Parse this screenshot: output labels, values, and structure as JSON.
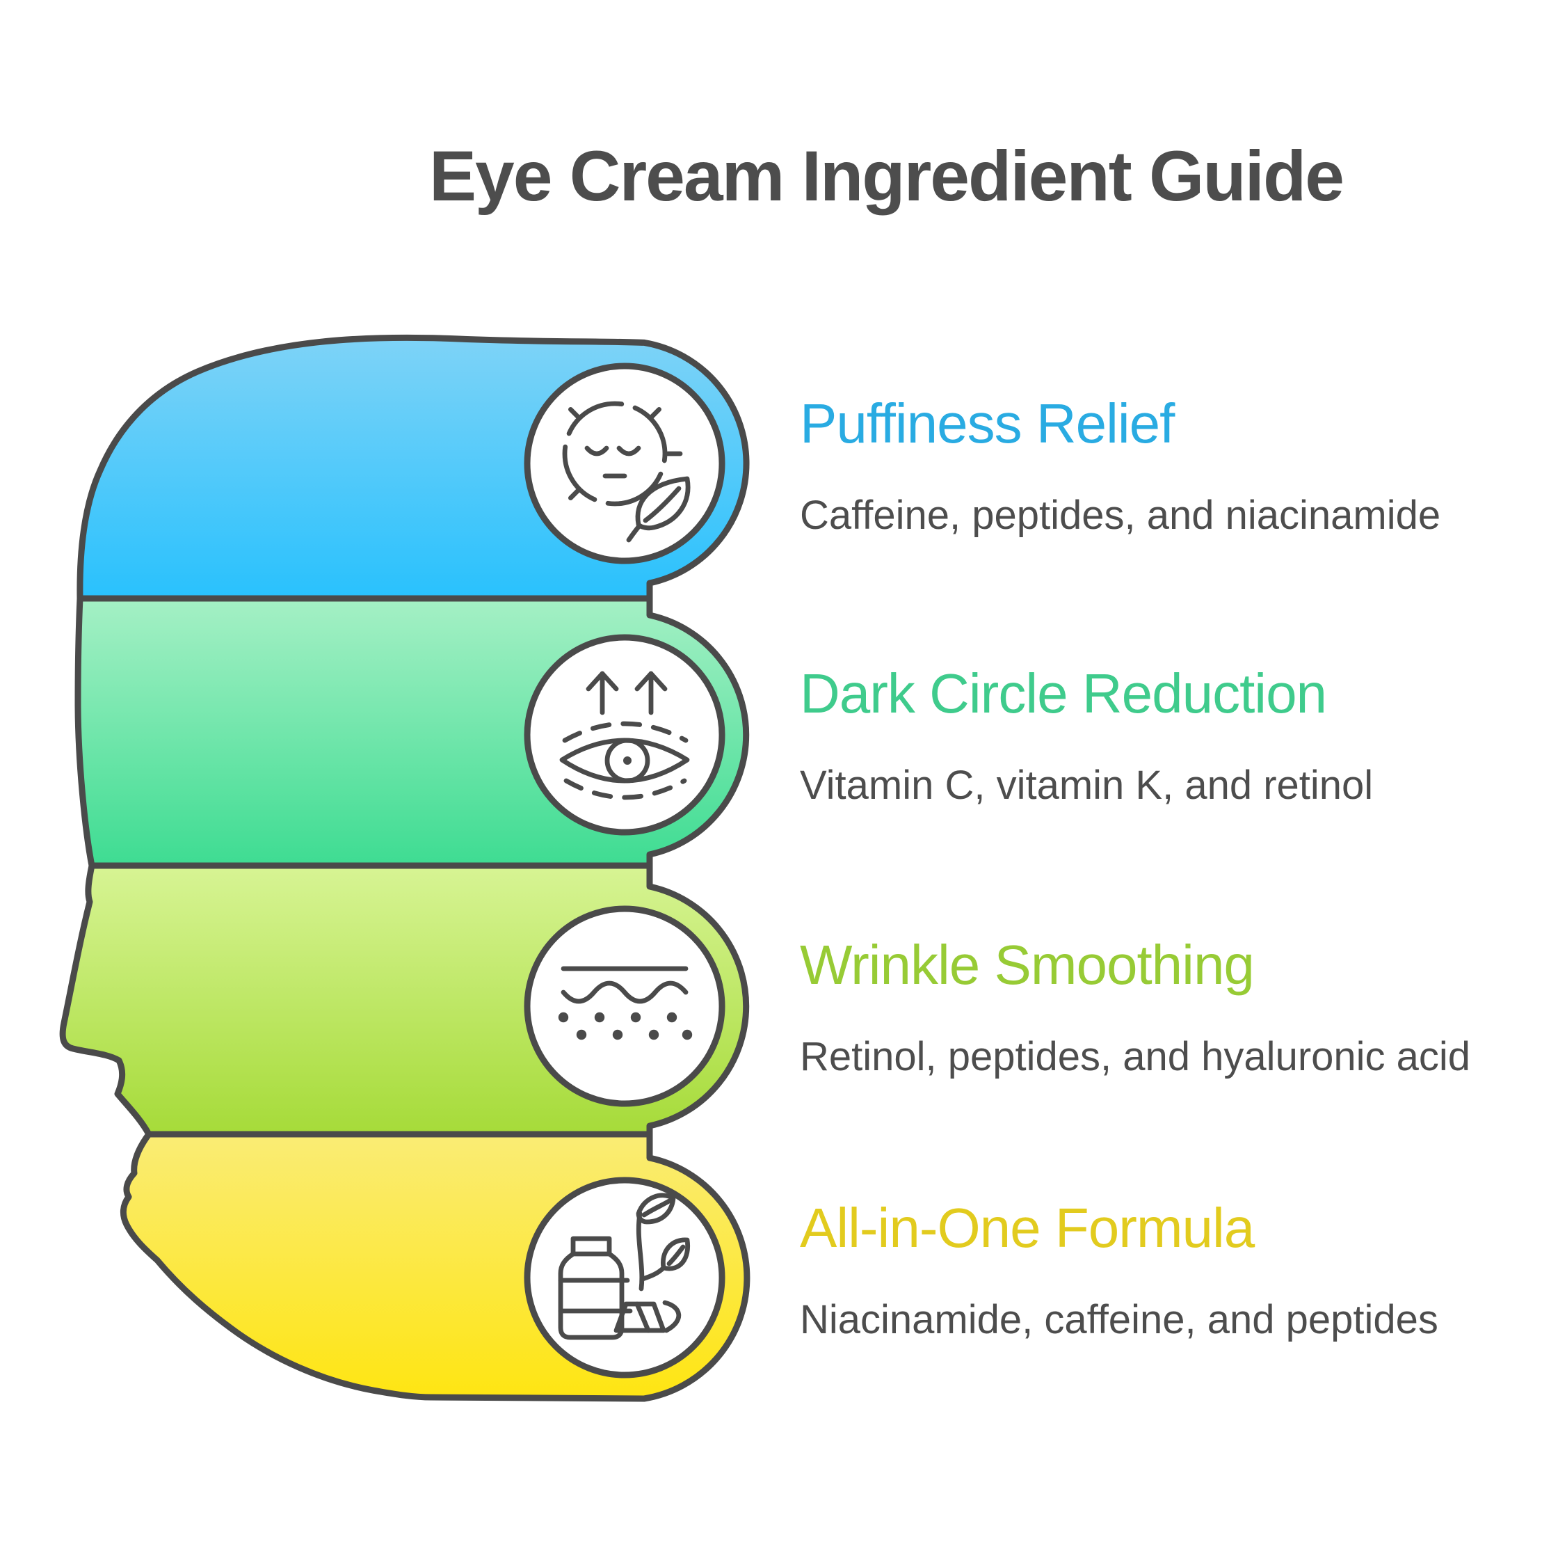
{
  "title": "Eye Cream Ingredient Guide",
  "colors": {
    "outline": "#4a4a4a",
    "title_text": "#4d4d4d",
    "description_text": "#4d4d4d",
    "background": "#ffffff"
  },
  "sections": [
    {
      "heading": "Puffiness Relief",
      "description": "Caffeine, peptides, and niacinamide",
      "heading_color": "#29abe2",
      "band_gradient_top": "#7ed3f7",
      "band_gradient_bottom": "#29c1fd",
      "icon": "relaxed-face-leaf-icon"
    },
    {
      "heading": "Dark Circle Reduction",
      "description": "Vitamin C, vitamin K, and retinol",
      "heading_color": "#3fcb8c",
      "band_gradient_top": "#a5f0c5",
      "band_gradient_bottom": "#3edc92",
      "icon": "eye-lift-arrows-icon"
    },
    {
      "heading": "Wrinkle Smoothing",
      "description": "Retinol, peptides, and hyaluronic acid",
      "heading_color": "#97cb35",
      "band_gradient_top": "#d7f494",
      "band_gradient_bottom": "#a6db39",
      "icon": "skin-layers-icon"
    },
    {
      "heading": "All-in-One Formula",
      "description": "Niacinamide, caffeine, and peptides",
      "heading_color": "#e2cb1e",
      "band_gradient_top": "#faec75",
      "band_gradient_bottom": "#fee512",
      "icon": "ingredient-bottle-leaves-icon"
    }
  ]
}
